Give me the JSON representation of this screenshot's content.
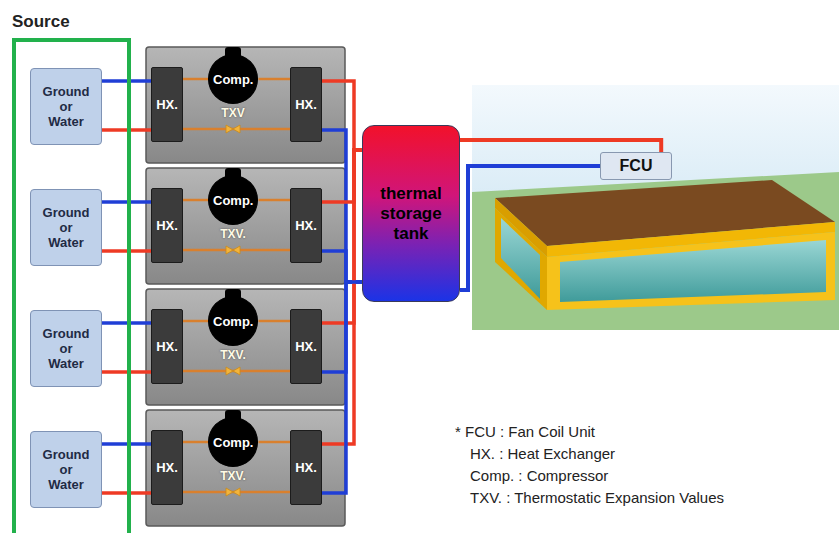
{
  "diagram": {
    "nodes": [
      {
        "text": [
          "Source"
        ]
      },
      {
        "text": [
          "Ground or Water"
        ],
        "in": 0
      },
      {
        "text": [
          "Ground or Water"
        ],
        "in": 0
      },
      {
        "text": [
          "Ground or Water"
        ],
        "in": 0
      },
      {
        "text": [
          "Ground or Water"
        ],
        "in": 0
      },
      {
        "text": [
          "HX."
        ]
      },
      {
        "text": [
          "Comp."
        ]
      },
      {
        "text": [
          "HX."
        ]
      },
      {
        "text": [
          "HX."
        ]
      },
      {
        "text": [
          "Comp."
        ]
      },
      {
        "text": [
          "HX."
        ]
      },
      {
        "text": [
          "HX."
        ]
      },
      {
        "text": [
          "Comp."
        ]
      },
      {
        "text": [
          "HX."
        ]
      },
      {
        "text": [
          "HX."
        ]
      },
      {
        "text": [
          "Comp."
        ]
      },
      {
        "text": [
          "HX."
        ]
      },
      {
        "text": [
          "thermal storage tank"
        ]
      },
      {
        "text": [
          "FCU"
        ]
      }
    ],
    "edges": [
      {
        "from": 1,
        "to": 5,
        "arrow": "none"
      },
      {
        "from": 1,
        "to": 5,
        "arrow": "none"
      },
      {
        "from": 2,
        "to": 8,
        "arrow": "none"
      },
      {
        "from": 2,
        "to": 8,
        "arrow": "none"
      },
      {
        "from": 3,
        "to": 11,
        "arrow": "none"
      },
      {
        "from": 3,
        "to": 11,
        "arrow": "none"
      },
      {
        "from": 4,
        "to": 14,
        "arrow": "none"
      },
      {
        "from": 4,
        "to": 14,
        "arrow": "none"
      },
      {
        "from": 7,
        "to": 17,
        "arrow": "none"
      },
      {
        "from": 7,
        "to": 17,
        "arrow": "none"
      },
      {
        "from": 10,
        "to": 17,
        "arrow": "none"
      },
      {
        "from": 10,
        "to": 17,
        "arrow": "none"
      },
      {
        "from": 13,
        "to": 17,
        "arrow": "none"
      },
      {
        "from": 13,
        "to": 17,
        "arrow": "none"
      },
      {
        "from": 16,
        "to": 17,
        "arrow": "none"
      },
      {
        "from": 16,
        "to": 17,
        "arrow": "none"
      },
      {
        "from": 17,
        "to": 18,
        "arrow": "none"
      },
      {
        "from": 17,
        "to": 18,
        "arrow": "none"
      },
      {
        "from": 5,
        "to": 6,
        "arrow": "none"
      },
      {
        "from": 6,
        "to": 7,
        "arrow": "none"
      },
      {
        "from": 7,
        "to": 5,
        "arrow": "none"
      },
      {
        "from": 8,
        "to": 9,
        "arrow": "none"
      },
      {
        "from": 9,
        "to": 10,
        "arrow": "none"
      },
      {
        "from": 10,
        "to": 8,
        "arrow": "none"
      },
      {
        "from": 11,
        "to": 12,
        "arrow": "none"
      },
      {
        "from": 12,
        "to": 13,
        "arrow": "none"
      },
      {
        "from": 13,
        "to": 11,
        "arrow": "none"
      },
      {
        "from": 14,
        "to": 15,
        "arrow": "none"
      },
      {
        "from": 15,
        "to": 16,
        "arrow": "none"
      },
      {
        "from": 16,
        "to": 14,
        "arrow": "none"
      }
    ],
    "labels": [
      "TXV",
      "TXV.",
      "TXV.",
      "TXV.",
      "* FCU : Fan Coil Unit",
      "HX. : Heat Exchanger",
      "Comp. : Compressor",
      "TXV. : Thermostatic Expansion Values"
    ]
  }
}
